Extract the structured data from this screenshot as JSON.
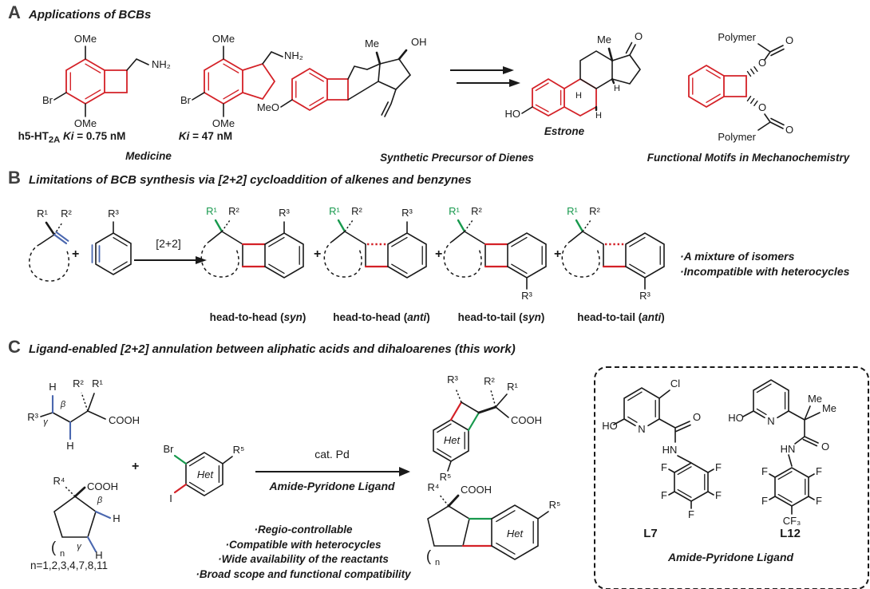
{
  "panelA": {
    "letter": "A",
    "title": "Applications of BCBs",
    "bcbAmine": {
      "omeTop": "OMe",
      "br": "Br",
      "omeBottom": "OMe",
      "nh2": "NH₂"
    },
    "bcbAmineLabel": {
      "prefix": "h5-HT",
      "sub": "2A",
      "ki": " Ki",
      "val": " = 0.75 nM"
    },
    "indaneAmine": {
      "omeTop": "OMe",
      "br": "Br",
      "omeBottom": "OMe",
      "nh2": "NH₂"
    },
    "indaneAmineLabel": {
      "ki": "Ki",
      "val": " = 47 nM"
    },
    "medicine": "Medicine",
    "diene": {
      "meo": "MeO",
      "me": "Me",
      "oh": "OH",
      "caption": "Synthetic Precursor of Dienes"
    },
    "estrone": {
      "me": "Me",
      "o": "O",
      "ho": "HO",
      "h1": "H",
      "h2": "H",
      "h3": "H",
      "caption": "Estrone"
    },
    "polymer": {
      "polymerTop": "Polymer",
      "esterOTop": "O",
      "carbonylOTop": "O",
      "esterOBottom": "O",
      "carbonylOBottom": "O",
      "polymerBottom": "Polymer",
      "caption": "Functional Motifs in Mechanochemistry"
    }
  },
  "panelB": {
    "letter": "B",
    "title": "Limitations of BCB synthesis via [2+2] cycloaddition of alkenes and benzynes",
    "plus": "+",
    "alkene": {
      "r1": "R¹",
      "r2": "R²"
    },
    "benzyne": {
      "r3": "R³"
    },
    "arrow": "[2+2]",
    "products": [
      {
        "r1": "R¹",
        "r2": "R²",
        "r3": "R³",
        "pre": "head-to-head (",
        "it": "syn",
        "post": ")"
      },
      {
        "r1": "R¹",
        "r2": "R²",
        "r3": "R³",
        "pre": "head-to-head (",
        "it": "anti",
        "post": ")"
      },
      {
        "r1": "R¹",
        "r2": "R²",
        "r3": "R³",
        "pre": "head-to-tail (",
        "it": "syn",
        "post": ")"
      },
      {
        "r1": "R¹",
        "r2": "R²",
        "r3": "R³",
        "pre": "head-to-tail (",
        "it": "anti",
        "post": ")"
      }
    ],
    "notes": [
      "·A mixture of isomers",
      "·Incompatible with heterocycles"
    ]
  },
  "panelC": {
    "letter": "C",
    "title": "Ligand-enabled [2+2] annulation between aliphatic acids and dihaloarenes (this work)",
    "plus": "+",
    "acid1": {
      "h1": "H",
      "r2": "R²",
      "r1": "R¹",
      "r3": "R³",
      "gamma": "γ",
      "beta": "β",
      "h2": "H",
      "cooh": "COOH"
    },
    "acid2": {
      "r4": "R⁴",
      "cooh": "COOH",
      "beta": "β",
      "hBeta": "H",
      "gamma": "γ",
      "hGamma": "H",
      "bracket": "(",
      "n": "n",
      "range": "n=1,2,3,4,7,8,11"
    },
    "arene": {
      "br": "Br",
      "i": "I",
      "het": "Het",
      "r5": "R⁵"
    },
    "arrow": {
      "top": "cat. Pd",
      "bottom": "Amide-Pyridone Ligand"
    },
    "bullets": [
      "·Regio-controllable",
      "·Compatible with heterocycles",
      "·Wide availability of the reactants",
      "·Broad scope and functional compatibility"
    ],
    "product1": {
      "r3": "R³",
      "r2": "R²",
      "r1": "R¹",
      "cooh": "COOH",
      "het": "Het",
      "r5": "R⁵"
    },
    "product2": {
      "r4": "R⁴",
      "cooh": "COOH",
      "het": "Het",
      "r5": "R⁵",
      "bracket": "(",
      "n": "n"
    },
    "ligands": {
      "l7": {
        "ho": "HO",
        "n": "N",
        "cl": "Cl",
        "o": "O",
        "hn": "HN",
        "f": [
          "F",
          "F",
          "F",
          "F",
          "F"
        ],
        "label": "L7"
      },
      "l12": {
        "ho": "HO",
        "n": "N",
        "me1": "Me",
        "me2": "Me",
        "o": "O",
        "hn": "HN",
        "f": [
          "F",
          "F",
          "F",
          "F"
        ],
        "cf3": "CF₃",
        "label": "L12"
      },
      "caption": "Amide-Pyridone Ligand"
    }
  },
  "colors": {
    "red": "#d42127",
    "green": "#17994d",
    "blue": "#4a67af",
    "ink": "#1a1a1a"
  }
}
